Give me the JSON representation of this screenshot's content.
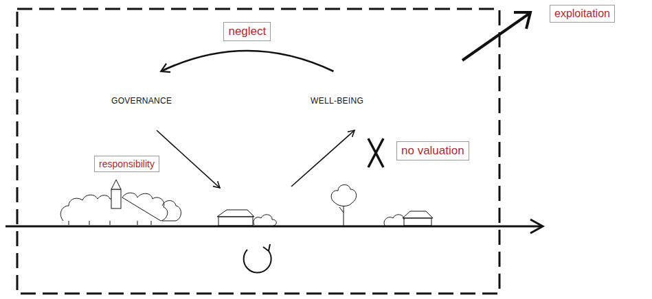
{
  "diagram": {
    "nodes": [
      {
        "text": [
          "GOVERNANCE"
        ]
      },
      {
        "text": [
          "WELL-BEING"
        ]
      }
    ],
    "edges": [
      {
        "from": 1,
        "to": 0,
        "label": "neglect",
        "arrow": "to"
      }
    ],
    "labels": [
      "exploitation",
      "responsibility",
      "no valuation"
    ]
  }
}
